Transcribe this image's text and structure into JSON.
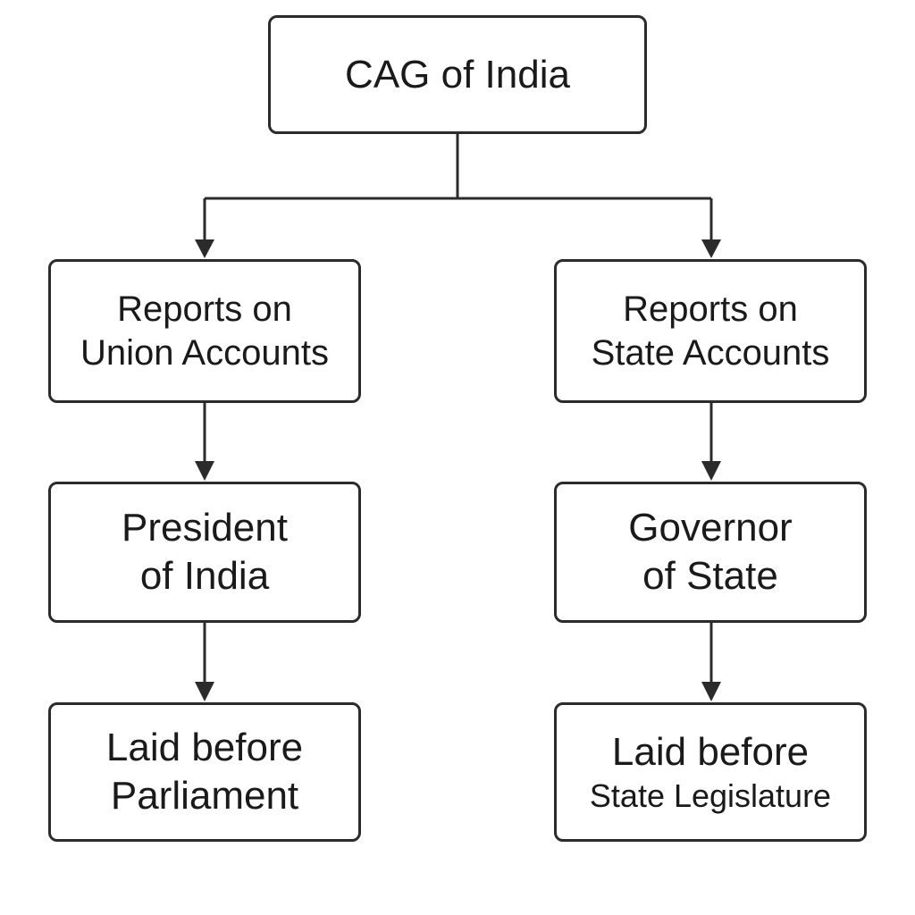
{
  "diagram": {
    "root": {
      "label": "CAG of India"
    },
    "left": {
      "reports": {
        "line1": "Reports on",
        "line2": "Union Accounts"
      },
      "recipient": {
        "line1": "President",
        "line2": "of India"
      },
      "laid": {
        "line1": "Laid before",
        "line2": "Parliament"
      }
    },
    "right": {
      "reports": {
        "line1": "Reports on",
        "line2": "State Accounts"
      },
      "recipient": {
        "line1": "Governor",
        "line2": "of State"
      },
      "laid": {
        "line1": "Laid before",
        "line2": "State Legislature"
      }
    }
  },
  "colors": {
    "stroke": "#2b2b2b",
    "background": "#ffffff",
    "text": "#1a1a1a"
  }
}
